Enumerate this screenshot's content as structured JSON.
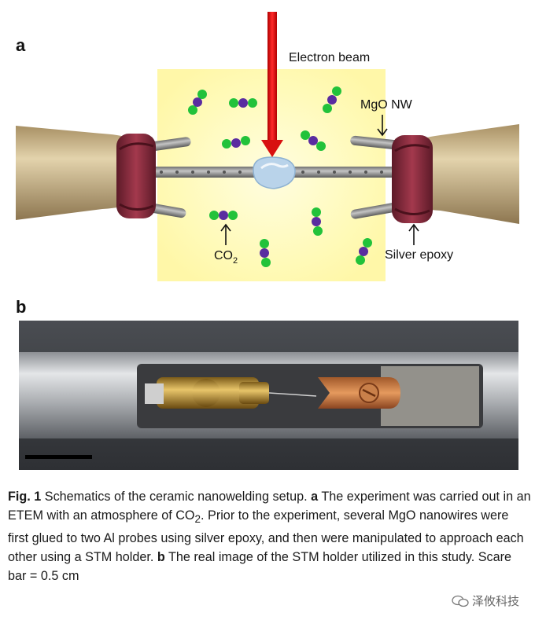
{
  "panel_a": {
    "label": "a",
    "electron_beam": "Electron beam",
    "mgo_nw": "MgO NW",
    "co2_main": "CO",
    "co2_sub": "2",
    "silver_epoxy": "Silver epoxy"
  },
  "panel_b": {
    "label": "b"
  },
  "caption": {
    "fig": "Fig. 1",
    "text1": " Schematics of the ceramic nanowelding setup. ",
    "a": "a",
    "text2": " The experiment was carried out in an ETEM with an atmosphere of CO",
    "sub": "2",
    "text3": ". Prior to the experiment, several MgO nanowires were first glued to two Al probes using silver epoxy, and then were manipulated to approach each other using a STM holder. ",
    "b": "b",
    "text4": " The real image of the STM holder utilized in this study. Scare bar = 0.5 cm"
  },
  "watermark": "泽攸科技",
  "colors": {
    "beam": "#d81010",
    "glow": "#fffbc0",
    "epoxy": "#8b2e3f",
    "probe": "#c9b48a",
    "nanowire": "#8e8e8e",
    "molecule_green": "#22c23a",
    "molecule_purple": "#5a2ca0"
  }
}
